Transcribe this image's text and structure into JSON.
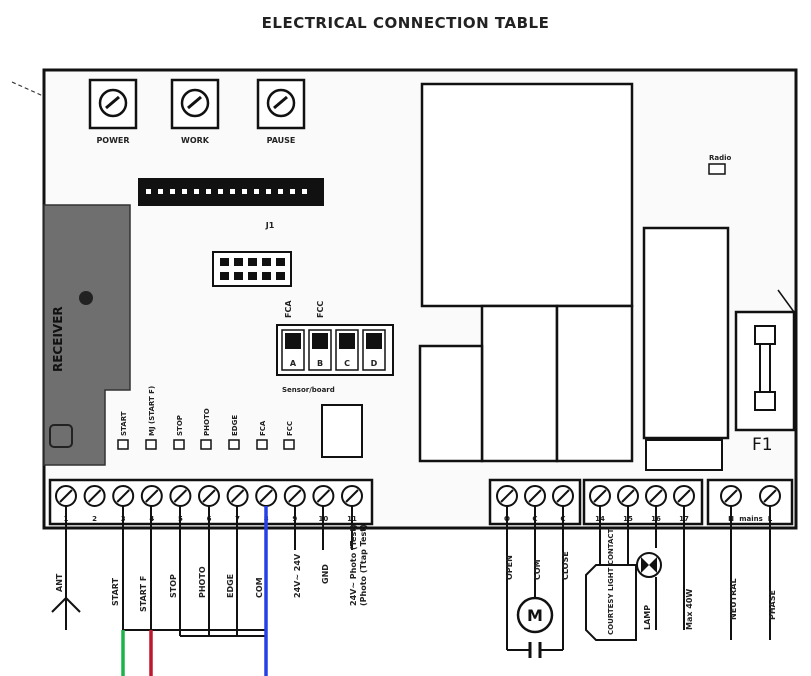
{
  "title": "ELECTRICAL CONNECTION TABLE",
  "trimmers": [
    "POWER",
    "WORK",
    "PAUSE"
  ],
  "connector_j1": "J1",
  "receiver_label": "RECEIVER",
  "dip_switch": {
    "top_labels": [
      "FCA",
      "FCC"
    ],
    "bottom_labels": [
      "A",
      "B",
      "C",
      "D"
    ],
    "note": "Sensor/board"
  },
  "input_leds": [
    "START",
    "MJ (START F)",
    "STOP",
    "PHOTO",
    "EDGE",
    "FCA",
    "FCC"
  ],
  "fuse_label": "F1",
  "top_right_label": "Radio",
  "control_terminals": [
    "1",
    "2",
    "3",
    "4",
    "5",
    "6",
    "7",
    "8",
    "9",
    "10",
    "11"
  ],
  "control_outputs": [
    "ANT",
    "START",
    "START F",
    "STOP",
    "PHOTO",
    "EDGE",
    "COM",
    "24V~ 24V",
    "GND",
    "24V~ Photo (Test)"
  ],
  "control_output_extra": "(Photo (Ttap Test)",
  "motor_terminals": [
    "O",
    "C",
    "C"
  ],
  "motor_labels": [
    "OPEN",
    "COM",
    "CLOSE"
  ],
  "motor_symbol": "M",
  "aux_terminals": [
    "14",
    "15",
    "16",
    "17"
  ],
  "aux_labels": [
    "COURTESY LIGHT CONTACT",
    "LAMP"
  ],
  "lamp_note": "Max 40W",
  "power_terminals": [
    "N",
    "L"
  ],
  "power_labels": [
    "NEUTRAL",
    "PHASE"
  ],
  "mains_label": "mains",
  "wire_colors": {
    "green": "#1db34a",
    "red": "#c0162e",
    "blue": "#2541e6"
  }
}
